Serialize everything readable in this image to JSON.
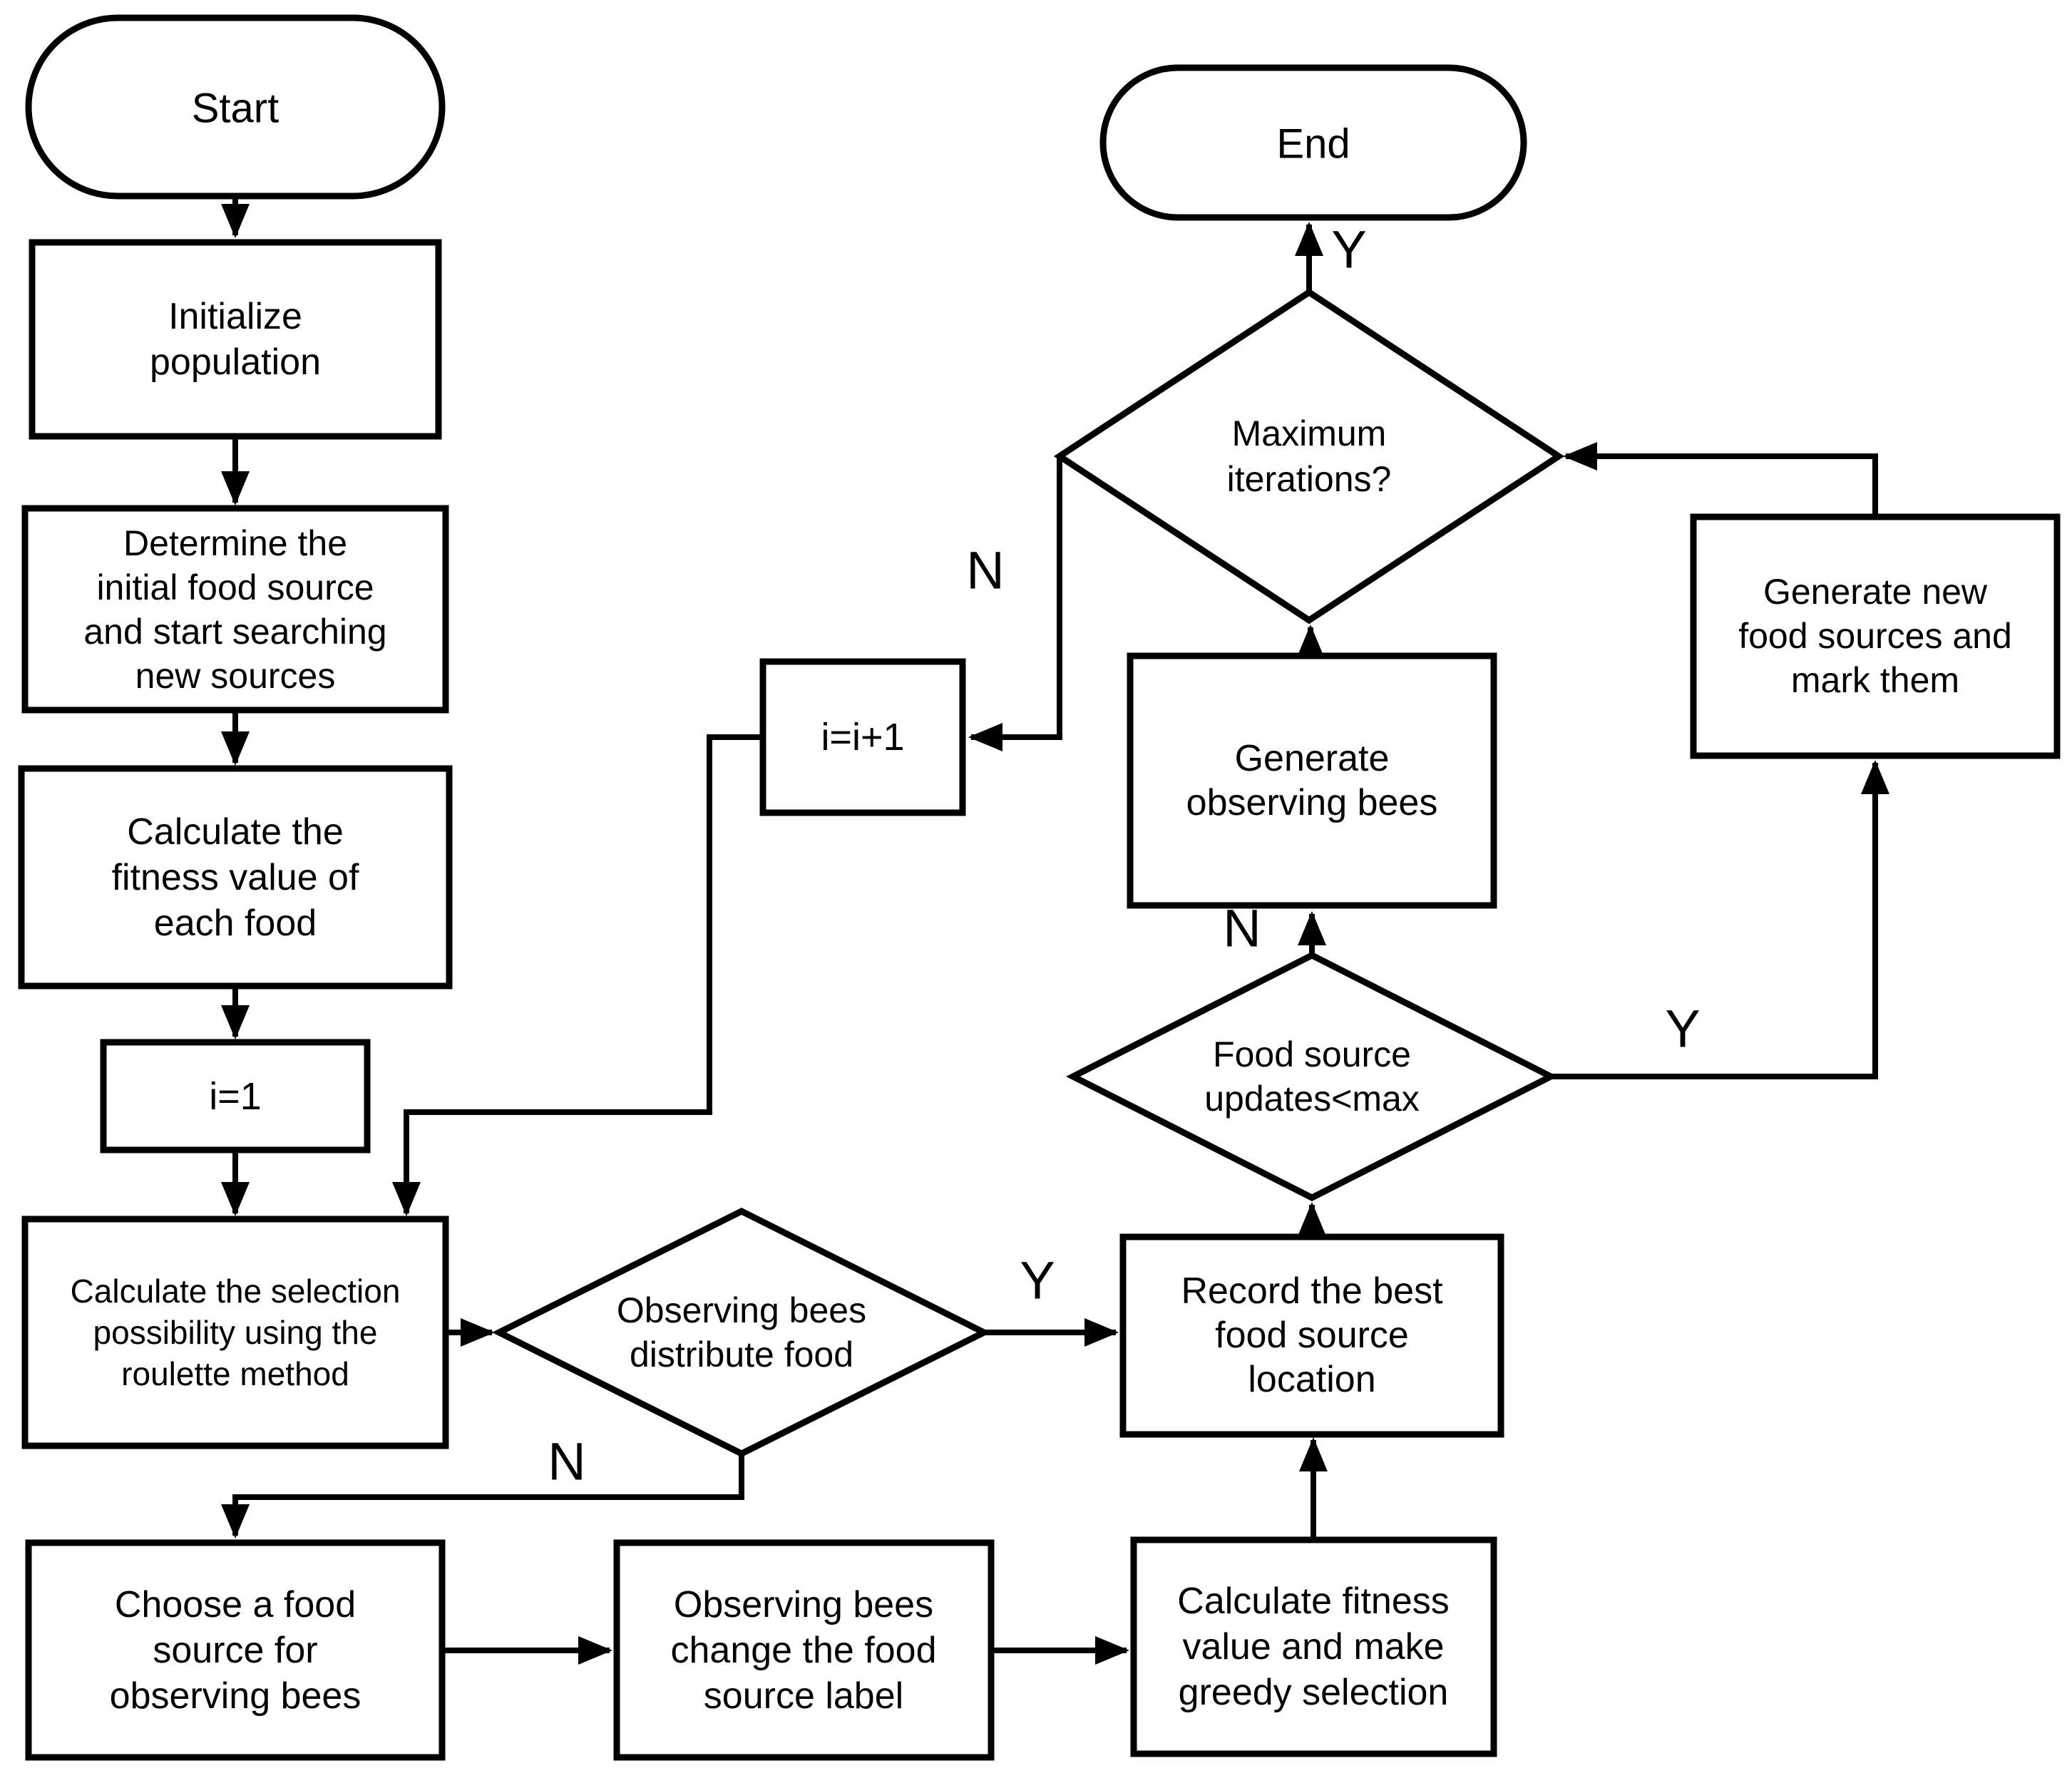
{
  "diagram": {
    "type": "flowchart",
    "colors": {
      "stroke": "#000000",
      "background": "#ffffff",
      "fill": "#ffffff"
    },
    "nodes": {
      "start": {
        "shape": "terminator",
        "label": "Start"
      },
      "initialize": {
        "shape": "process",
        "lines": [
          "Initialize",
          "population"
        ]
      },
      "determine": {
        "shape": "process",
        "lines": [
          "Determine the",
          "initial food source",
          "and start searching",
          "new sources"
        ]
      },
      "calc_fitness": {
        "shape": "process",
        "lines": [
          "Calculate the",
          "fitness value of",
          "each food"
        ]
      },
      "i_init": {
        "shape": "process",
        "label": "i=1"
      },
      "roulette": {
        "shape": "process",
        "lines": [
          "Calculate the selection",
          "possibility using the",
          "roulette method"
        ]
      },
      "obs_distribute": {
        "shape": "decision",
        "lines": [
          "Observing bees",
          "distribute food"
        ]
      },
      "choose_food": {
        "shape": "process",
        "lines": [
          "Choose a food",
          "source for",
          "observing bees"
        ]
      },
      "obs_change": {
        "shape": "process",
        "lines": [
          "Observing bees",
          "change the food",
          "source label"
        ]
      },
      "greedy": {
        "shape": "process",
        "lines": [
          "Calculate fitness",
          "value and make",
          "greedy selection"
        ]
      },
      "record": {
        "shape": "process",
        "lines": [
          "Record the best",
          "food source",
          "location"
        ]
      },
      "fs_updates": {
        "shape": "decision",
        "lines": [
          "Food source",
          "updates<max"
        ]
      },
      "gen_obs": {
        "shape": "process",
        "lines": [
          "Generate",
          "observing bees"
        ]
      },
      "max_iter": {
        "shape": "decision",
        "lines": [
          "Maximum",
          "iterations?"
        ]
      },
      "i_incr": {
        "shape": "process",
        "label": "i=i+1"
      },
      "gen_new": {
        "shape": "process",
        "lines": [
          "Generate new",
          "food sources and",
          "mark them"
        ]
      },
      "end": {
        "shape": "terminator",
        "label": "End"
      }
    },
    "branch_labels": {
      "obs_distribute_yes": "Y",
      "obs_distribute_no": "N",
      "fs_updates_yes": "Y",
      "fs_updates_no": "N",
      "max_iter_yes": "Y",
      "max_iter_no": "N"
    }
  }
}
